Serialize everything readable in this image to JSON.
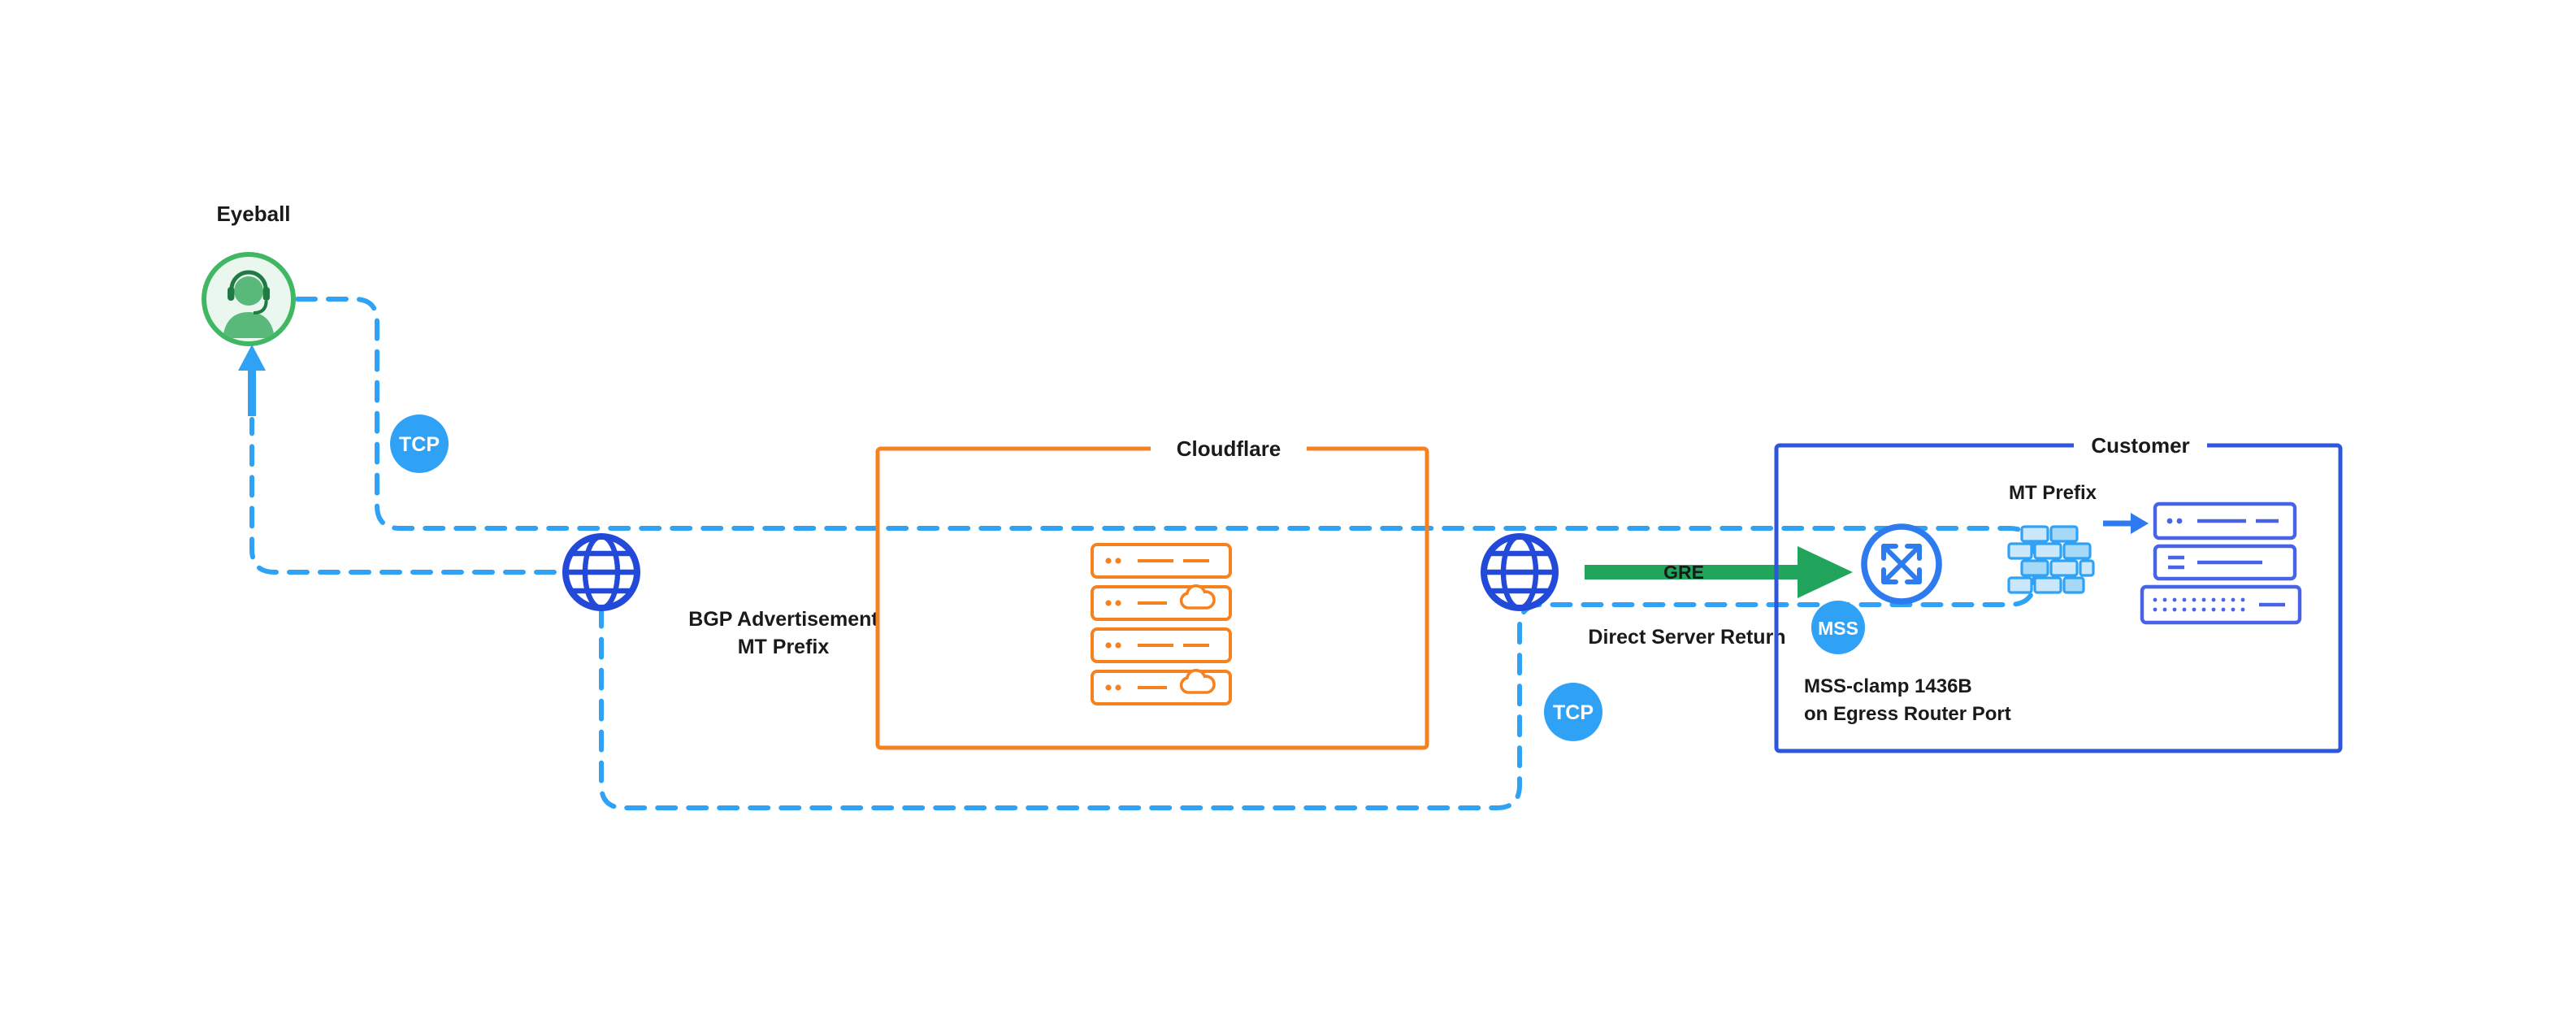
{
  "diagram": {
    "eyeball": {
      "label": "Eyeball"
    },
    "cloudflare_box": {
      "label": "Cloudflare"
    },
    "customer_box": {
      "label": "Customer"
    },
    "badges": {
      "tcp_upper": "TCP",
      "tcp_lower": "TCP",
      "mss": "MSS"
    },
    "labels": {
      "bgp_advertisement_line1": "BGP Advertisement",
      "bgp_advertisement_line2": "MT Prefix",
      "gre": "GRE",
      "direct_server_return": "Direct Server Return",
      "mt_prefix": "MT Prefix",
      "mss_clamp_line1": "MSS-clamp 1436B",
      "mss_clamp_line2": "on Egress Router Port"
    },
    "colors": {
      "flow_line_blue": "#2fa2f6",
      "badge_blue": "#2fa2f6",
      "globe_blue": "#2349d8",
      "router_blue": "#2e7bf0",
      "customer_border_blue": "#2d56db",
      "server_blue": "#4963e6",
      "firewall_brick_fill": "#cbe7fb",
      "firewall_brick_dark": "#a6d8f8",
      "cloudflare_orange": "#f6821f",
      "gre_green": "#21a55c",
      "eyeball_green": "#41b663",
      "eyeball_fill": "#eaf7ef",
      "person_green": "#59b97a",
      "headset_green": "#1f7a44",
      "text_dark": "#1a1a1a",
      "background": "#ffffff"
    },
    "icons": [
      "eyeball-user-icon",
      "internet-globe-icon",
      "cloudflare-server-stack-icon",
      "cloud-icon",
      "router-icon",
      "firewall-icon",
      "customer-server-stack-icon",
      "gre-arrow-icon",
      "up-arrow-icon",
      "to-servers-arrow-icon"
    ]
  }
}
